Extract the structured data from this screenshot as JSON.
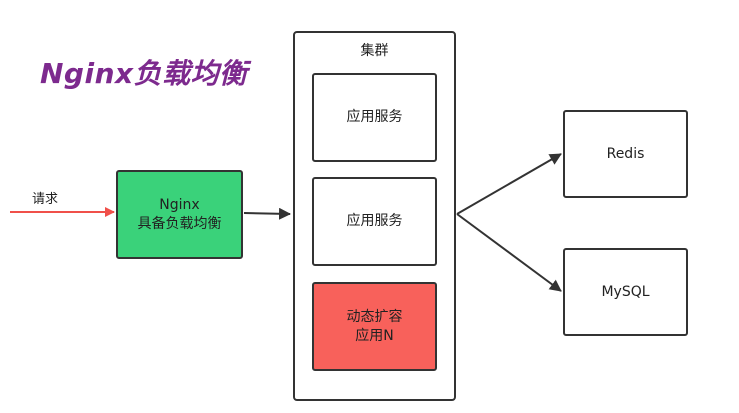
{
  "title": "Nginx负载均衡",
  "request_label": "请求",
  "nginx": {
    "line1": "Nginx",
    "line2": "具备负载均衡"
  },
  "cluster": {
    "label": "集群",
    "service_1": "应用服务",
    "service_2": "应用服务",
    "scale_node": {
      "line1": "动态扩容",
      "line2": "应用N"
    }
  },
  "redis": "Redis",
  "mysql": "MySQL",
  "colors": {
    "title": "#7d2a8e",
    "nginx_fill": "#3ad27a",
    "scale_fill": "#f8615b",
    "request_arrow": "#f0504a",
    "edge": "#333333"
  }
}
